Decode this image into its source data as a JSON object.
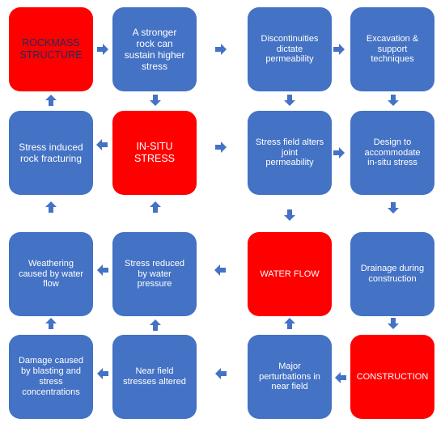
{
  "colors": {
    "box": "#4472c4",
    "highlight": "#ff0000",
    "arrow": "#4472c4"
  },
  "left": {
    "row1": {
      "a": "ROCKMASS\nSTRUCTURE",
      "b": "A stronger\nrock can\nsustain higher\nstress"
    },
    "row2": {
      "a": "Stress induced\nrock fracturing",
      "b": "IN-SITU\nSTRESS"
    },
    "row3": {
      "a": "Weathering\ncaused by water\nflow",
      "b": "Stress reduced\nby water\npressure"
    },
    "row4": {
      "a": "Damage caused\nby blasting and\nstress\nconcentrations",
      "b": "Near field\nstresses altered"
    }
  },
  "right": {
    "row1": {
      "a": "Discontinuities\ndictate\npermeability",
      "b": "Excavation &\nsupport\ntechniques"
    },
    "row2": {
      "a": "Stress field alters\njoint\npermeability",
      "b": "Design to\naccommodate\nin-situ stress"
    },
    "row3": {
      "a": "WATER FLOW",
      "b": "Drainage during\nconstruction"
    },
    "row4": {
      "a": "Major\nperturbations in\nnear field",
      "b": "CONSTRUCTION"
    }
  }
}
